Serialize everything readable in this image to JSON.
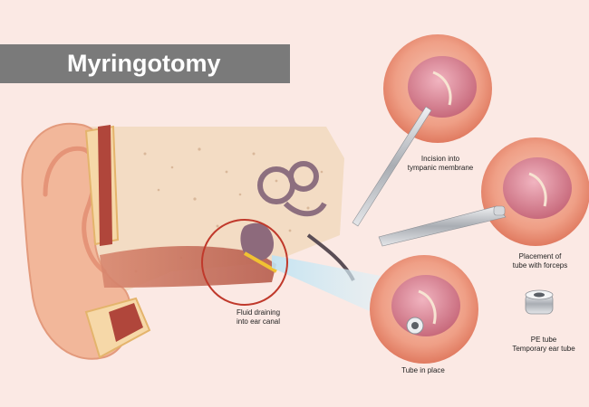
{
  "title": "Myringotomy",
  "labels": {
    "incision": [
      "Incision into",
      "tympanic membrane"
    ],
    "placement": [
      "Placement of",
      "tube with forceps"
    ],
    "fluid": [
      "Fluid draining",
      "into ear canal"
    ],
    "tube_in_place": "Tube in place",
    "pe_tube": [
      "PE tube",
      "Temporary ear tube"
    ]
  },
  "colors": {
    "background": "#fbe9e4",
    "banner": "#7a7a7a",
    "skin": "#f2b79a",
    "bone": "#f3dcc4",
    "eardrum": "#d98a8f",
    "highlight_circle": "#c0392b",
    "instrument": "#b8bcc2"
  }
}
